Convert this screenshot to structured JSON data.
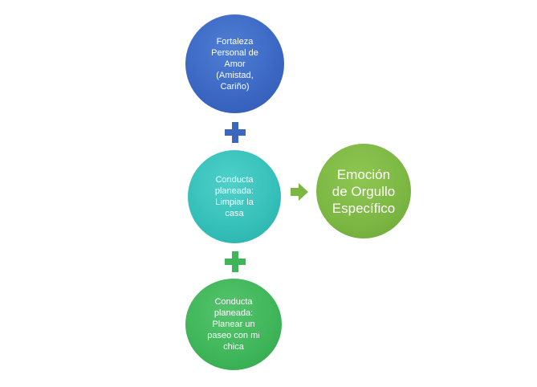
{
  "nodes": {
    "strength": {
      "label": "Fortaleza\nPersonal de\nAmor\n(Amistad,\nCariño)",
      "color": "#3b67c3"
    },
    "behavior1": {
      "label": "Conducta\nplaneada:\nLimpiar la\ncasa",
      "color": "#35bfb9"
    },
    "behavior2": {
      "label": "Conducta\nplaneada:\nPlanear un\npaseo con mi\nchica",
      "color": "#3fb559"
    },
    "emotion": {
      "label": "Emoción\nde Orgullo\nEspecífico",
      "color": "#7cb743"
    }
  },
  "connectors": {
    "plus_top": {
      "icon": "plus-icon",
      "color": "#3b67c3"
    },
    "plus_bottom": {
      "icon": "plus-icon",
      "color": "#3fb559"
    },
    "arrow": {
      "icon": "arrow-right-icon",
      "color": "#7cb743"
    }
  }
}
